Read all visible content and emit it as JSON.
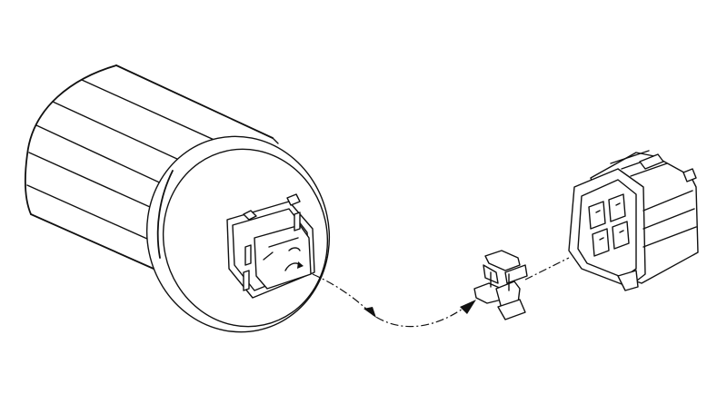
{
  "diagram": {
    "parts": [
      {
        "id": "motor",
        "icon": "cylindrical-motor-with-connector-icon"
      },
      {
        "id": "clip",
        "icon": "connector-retaining-clip-icon"
      },
      {
        "id": "plug",
        "icon": "mating-plug-connector-icon"
      }
    ],
    "connections": [
      {
        "from": "motor",
        "to": "clip",
        "style": "dash-dot",
        "arrow": "end"
      },
      {
        "from": "clip",
        "to": "plug",
        "style": "dash-dot",
        "arrow": "none"
      }
    ],
    "colors": {
      "line": "#111111",
      "background": "#ffffff"
    }
  }
}
